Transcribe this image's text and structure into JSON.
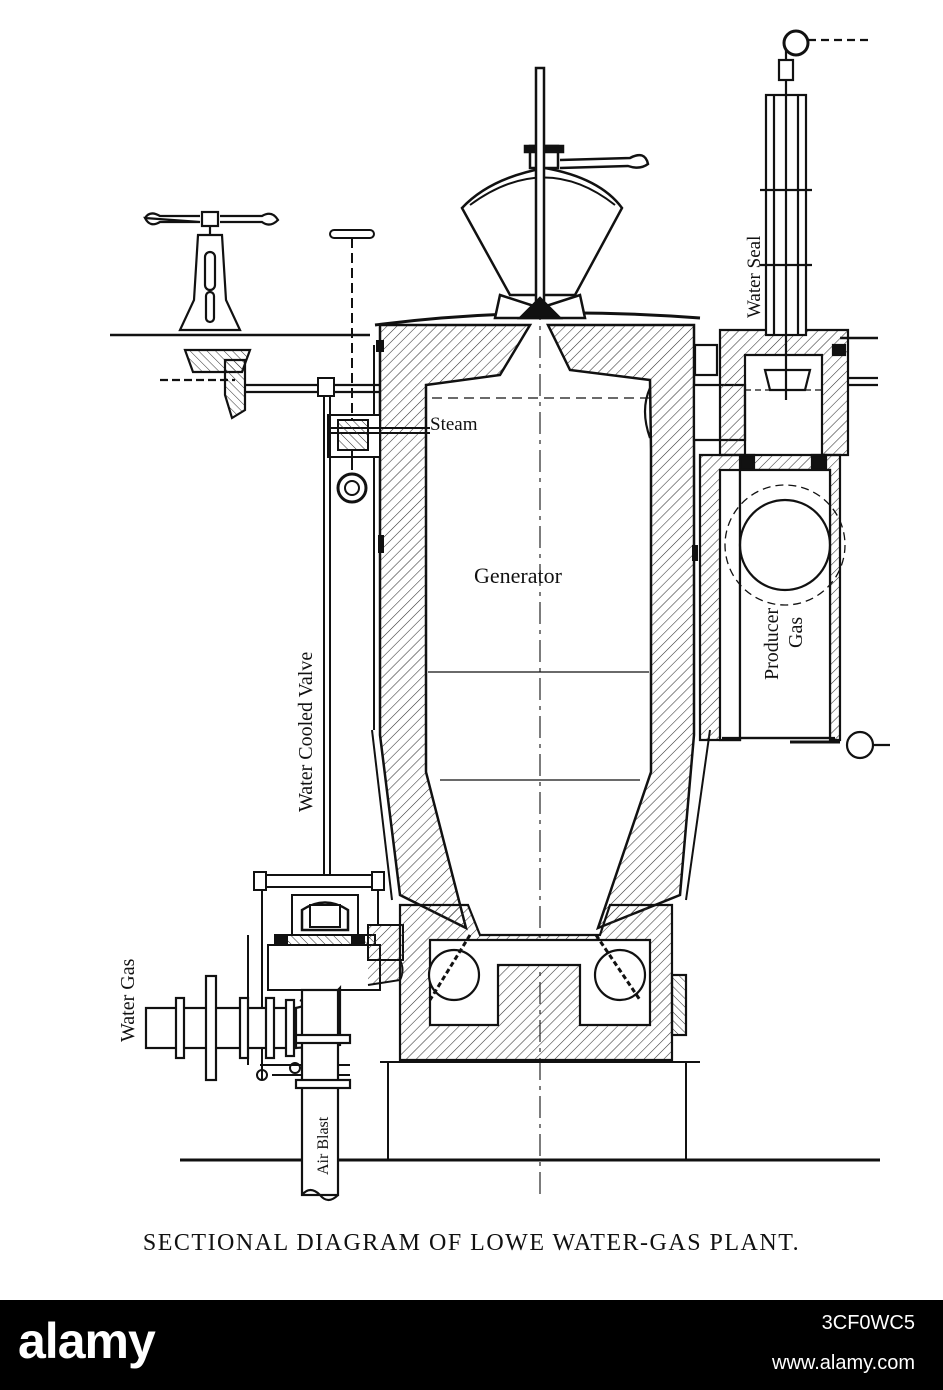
{
  "diagram": {
    "labels": {
      "steam": "Steam",
      "generator": "Generator",
      "water_seal": "Water Seal",
      "water_cooled_valve": "Water Cooled Valve",
      "producer": "Producer",
      "gas": "Gas",
      "water_gas": "Water Gas",
      "air_blast": "Air Blast"
    },
    "caption": "SECTIONAL DIAGRAM OF LOWE WATER-GAS PLANT."
  },
  "watermark": {
    "logo": "alamy",
    "image_id": "3CF0WC5",
    "url": "www.alamy.com"
  },
  "colors": {
    "ink": "#111111",
    "background": "#ffffff",
    "watermark_bar": "#000000"
  }
}
